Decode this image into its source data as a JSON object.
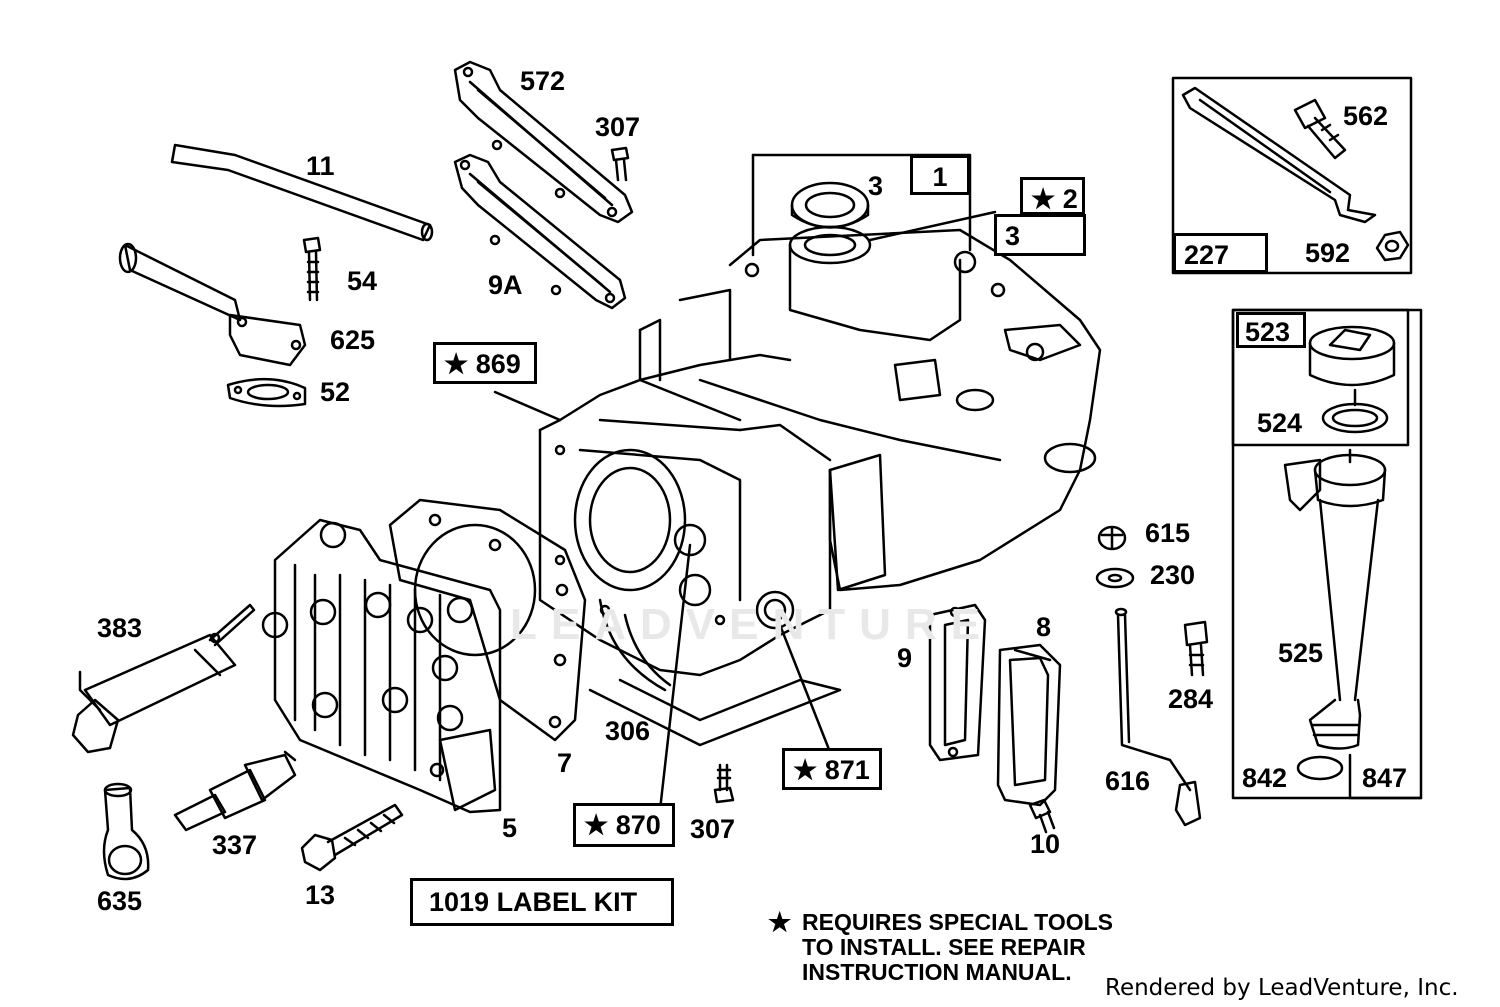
{
  "watermark": "LEADVENTURE",
  "parts": {
    "p11": "11",
    "p54": "54",
    "p625": "625",
    "p52": "52",
    "p572": "572",
    "p307a": "307",
    "p9a": "9A",
    "p3a": "3",
    "p1": "1",
    "p2": "★ 2",
    "p3b": "3",
    "p869": "★ 869",
    "p562": "562",
    "p227": "227",
    "p592": "592",
    "p523": "523",
    "p524": "524",
    "p525": "525",
    "p842": "842",
    "p847": "847",
    "p615": "615",
    "p230": "230",
    "p284": "284",
    "p8": "8",
    "p9": "9",
    "p616": "616",
    "p10": "10",
    "p383": "383",
    "p337": "337",
    "p635": "635",
    "p13": "13",
    "p5": "5",
    "p7": "7",
    "p306": "306",
    "p870": "★ 870",
    "p307b": "307",
    "p871": "★ 871",
    "kit": "1019 LABEL KIT"
  },
  "note": {
    "star": "★",
    "line1": "REQUIRES SPECIAL TOOLS",
    "line2": "TO INSTALL.  SEE REPAIR",
    "line3": "INSTRUCTION MANUAL."
  },
  "credit": "Rendered by LeadVenture, Inc."
}
